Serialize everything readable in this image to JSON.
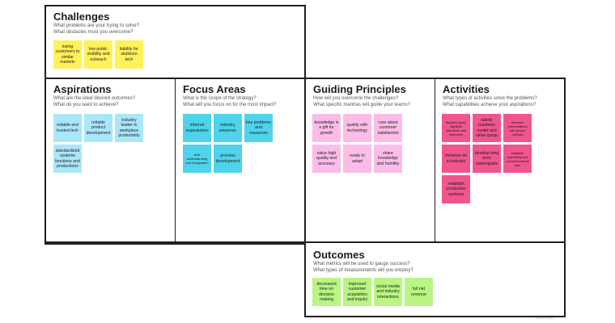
{
  "challenges": {
    "title": "Challenges",
    "q1": "What problems are your trying to solve?",
    "q2": "What obstacles must you overcome?",
    "notes": [
      "losing customers to similar markets",
      "low public visibility and outreach",
      "liability for stubborn tech"
    ]
  },
  "aspirations": {
    "title": "Aspirations",
    "q1": "What are the ideal desired outcomes?",
    "q2": "What do you want to achieve?",
    "notes": [
      "reliable and trusted tech",
      "reliable product development",
      "industry leader in workplace productivity",
      "standardized systems functions and productions"
    ]
  },
  "focus_areas": {
    "title": "Focus Areas",
    "q1": "What is the scope of the strategy?",
    "q2": "What will you focus on for the most impact?",
    "notes": [
      "internal organization",
      "industry presence",
      "key problems and resources",
      "tech understanding and imagination",
      "process development"
    ]
  },
  "guiding_principles": {
    "title": "Guiding Principles",
    "q1": "How will you overcome the challenges?",
    "q2": "What specific mantras will guide your teams?",
    "notes": [
      "knowledge is a gift for growth",
      "quality with technology",
      "care about customer satisfaction",
      "value high quality and accuracy",
      "ready to adapt",
      "share knowledge and humility"
    ]
  },
  "activities": {
    "title": "Activities",
    "q1": "What types of activities solve the problems?",
    "q2": "What capabilities achieve your aspirations?",
    "notes": [
      "targeted goals highlight standards and outcomes",
      "satisfy business model and value group",
      "increase presentations with proper network",
      "immerse an ai industry",
      "develop long term vision/goals",
      "establish marketing and communications plan",
      "establish production systems"
    ]
  },
  "outcomes": {
    "title": "Outcomes",
    "q1": "What metrics will be used to gauge success?",
    "q2": "What types of measurements will you employ?",
    "notes": [
      "decreased time on decision making",
      "improved customer acquisition and inquiry",
      "social media and industry interactions",
      "full net revenue"
    ]
  },
  "credit": "Template by Miro"
}
